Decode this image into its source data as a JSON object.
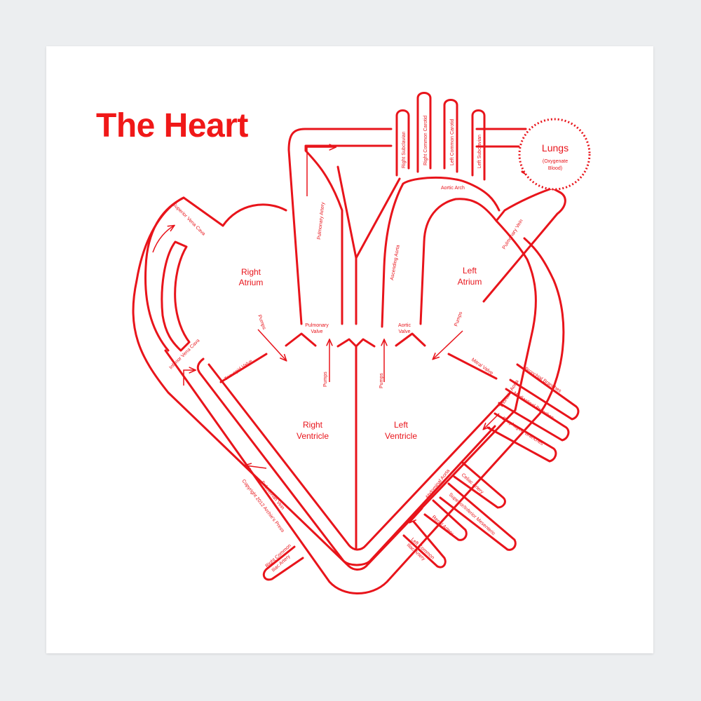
{
  "title": "The Heart",
  "colors": {
    "ink": "#e8141b",
    "paper": "#ffffff",
    "background": "#eceef0"
  },
  "chambers": {
    "right_atrium": [
      "Right",
      "Atrium"
    ],
    "left_atrium": [
      "Left",
      "Atrium"
    ],
    "right_ventricle": [
      "Right",
      "Ventricle"
    ],
    "left_ventricle": [
      "Left",
      "Ventricle"
    ]
  },
  "lungs": {
    "name": "Lungs",
    "note_1": "(Oxygenate",
    "note_2": "Blood)"
  },
  "valves": {
    "pulmonary": [
      "Pulmonary",
      "Valve"
    ],
    "aortic": [
      "Aortic",
      "Valve"
    ],
    "tricuspid": "Tricuspid Valve",
    "mitral": "Mitral Valve"
  },
  "vessels": {
    "superior_vena_cava": "Superior Vena Cava",
    "inferior_vena_cava": "Inferior Vena Cava",
    "pulmonary_artery": "Pulmonary Artery",
    "ascending_aorta": "Ascending Aorta",
    "aortic_arch": "Aortic Arch",
    "pulmonary_vein": "Pulmonary Vein",
    "thoracic_aorta": "Thoracic Aorta",
    "abdominal_aorta": "Abdominal Aorta",
    "subclavian_vein": "Subclavian Vein",
    "right_subclavian": "Right Subclavian",
    "right_common_carotid": "Right Common Carotid",
    "left_common_carotid": "Left Common Carotid",
    "left_subclavian": "Left Subclavian",
    "bronchial_branches": "Bronchial Branches",
    "mediastinal_branches": "Mediastinal Branches",
    "esophageal_branches": "Esophageal Branches",
    "celiac_artery": "Celiac Artery",
    "superior_inferior_mesenteric": "Superior/Inferior Mesenteric",
    "renal_artery": "Renal Artery",
    "left_common_iliac": [
      "Left Common",
      "Iliac Artery"
    ],
    "right_common_iliac": [
      "Right Common",
      "Iliac Artery"
    ]
  },
  "pumps_label": "Pumps",
  "copyright": "Copyright 2012 Archie's Press"
}
